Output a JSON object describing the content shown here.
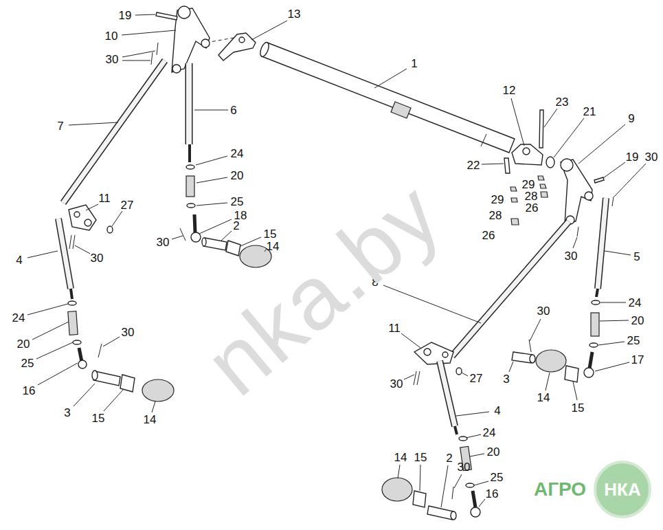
{
  "diagram": {
    "labels": [
      "19",
      "10",
      "30",
      "13",
      "1",
      "7",
      "6",
      "24",
      "20",
      "25",
      "18",
      "11",
      "27",
      "30",
      "2",
      "15",
      "14",
      "4",
      "30",
      "24",
      "20",
      "25",
      "30",
      "16",
      "3",
      "15",
      "14",
      "12",
      "23",
      "21",
      "9",
      "22",
      "29",
      "28",
      "29",
      "26",
      "28",
      "26",
      "19",
      "30",
      "30",
      "5",
      "8",
      "24",
      "20",
      "25",
      "17",
      "30",
      "11",
      "27",
      "30",
      "3",
      "14",
      "15",
      "4",
      "24",
      "20",
      "14",
      "15",
      "2",
      "30",
      "25",
      "16",
      "nka.by",
      "АГРО",
      "НКА"
    ]
  }
}
